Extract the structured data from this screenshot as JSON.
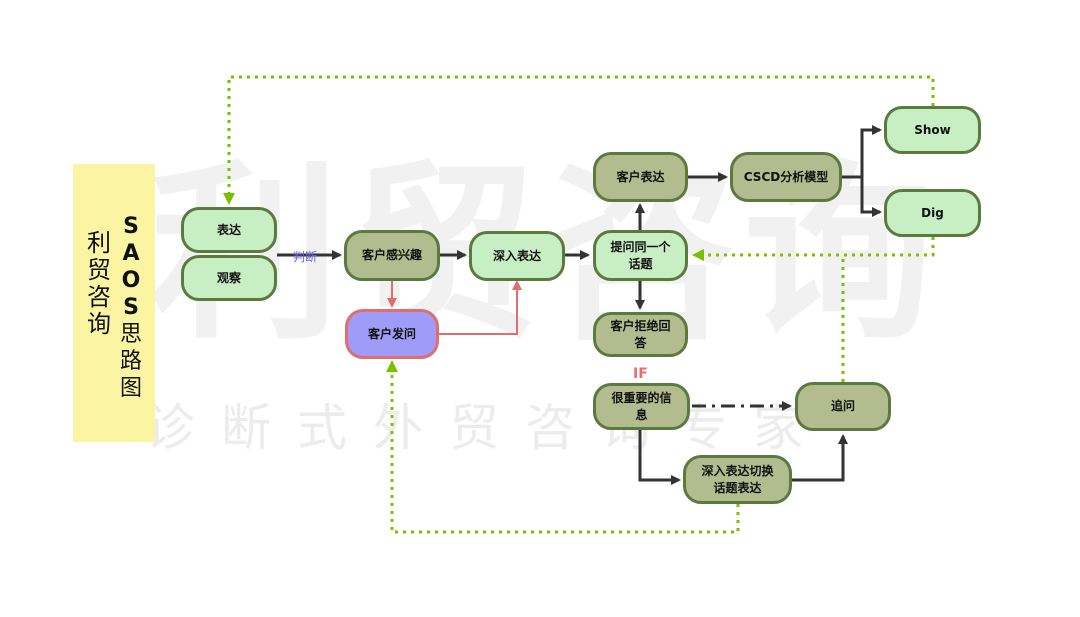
{
  "watermark": {
    "main": "利贸咨询",
    "sub": "诊断式外贸咨询专家"
  },
  "sidebar": {
    "brand": "利贸咨询",
    "title_latin": [
      "S",
      "A",
      "O",
      "S"
    ],
    "title_han": [
      "思",
      "路",
      "图"
    ]
  },
  "nodes": {
    "express": "表达",
    "observe": "观察",
    "interest": "客户感兴趣",
    "customer_question": "客户发问",
    "deep_express": "深入表达",
    "ask_same_topic": "提问同一个话题",
    "customer_express": "客户表达",
    "cscd": "CSCD分析模型",
    "show": "Show",
    "dig": "Dig",
    "refuse": "客户拒绝回答",
    "important": "很重要的信息",
    "follow_up": "追问",
    "switch_topic": "深入表达切换话题表达"
  },
  "labels": {
    "judge": "判断",
    "if": "IF"
  },
  "colors": {
    "green_border": "#5b7a3f",
    "light_fill": "#c7efc3",
    "olive_fill": "#b3bc8e",
    "purple_fill": "#9e9cf6",
    "red": "#e16d6d",
    "dotted_green": "#7ac000",
    "arrow": "#333333"
  }
}
